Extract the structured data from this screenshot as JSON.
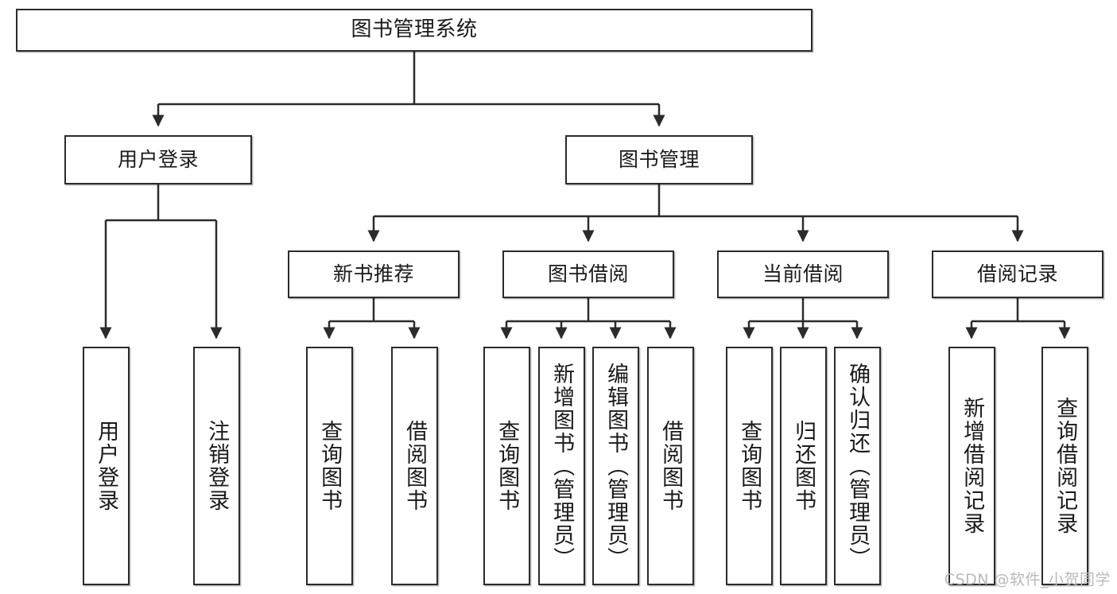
{
  "diagram": {
    "type": "tree",
    "title": "图书管理系统",
    "watermark": "CSDN @软件_小贺同学",
    "colors": {
      "border": "#2b2b2b",
      "background": "#ffffff",
      "text": "#1a1a1a",
      "edge": "#2b2b2b",
      "watermark": "#b9b9b9"
    },
    "nodes": {
      "root": {
        "label": "图书管理系统"
      },
      "level1": [
        {
          "id": "user-login",
          "label": "用户登录"
        },
        {
          "id": "book-management",
          "label": "图书管理"
        }
      ],
      "level2": [
        {
          "id": "new-book-recommend",
          "label": "新书推荐"
        },
        {
          "id": "book-borrow",
          "label": "图书借阅"
        },
        {
          "id": "current-borrow",
          "label": "当前借阅"
        },
        {
          "id": "borrow-record",
          "label": "借阅记录"
        }
      ],
      "leaves": [
        {
          "id": "leaf-user-login",
          "parent": "user-login",
          "label": "用户登录"
        },
        {
          "id": "leaf-logout",
          "parent": "user-login",
          "label": "注销登录"
        },
        {
          "id": "leaf-query-book-1",
          "parent": "new-book-recommend",
          "label": "查询图书"
        },
        {
          "id": "leaf-borrow-book-1",
          "parent": "new-book-recommend",
          "label": "借阅图书"
        },
        {
          "id": "leaf-query-book-2",
          "parent": "book-borrow",
          "label": "查询图书"
        },
        {
          "id": "leaf-add-book",
          "parent": "book-borrow",
          "label": "新增图书（管理员）"
        },
        {
          "id": "leaf-edit-book",
          "parent": "book-borrow",
          "label": "编辑图书（管理员）"
        },
        {
          "id": "leaf-borrow-book-2",
          "parent": "book-borrow",
          "label": "借阅图书"
        },
        {
          "id": "leaf-query-book-3",
          "parent": "current-borrow",
          "label": "查询图书"
        },
        {
          "id": "leaf-return-book",
          "parent": "current-borrow",
          "label": "归还图书"
        },
        {
          "id": "leaf-confirm-return",
          "parent": "current-borrow",
          "label": "确认归还（管理员）"
        },
        {
          "id": "leaf-add-record",
          "parent": "borrow-record",
          "label": "新增借阅记录"
        },
        {
          "id": "leaf-query-record",
          "parent": "borrow-record",
          "label": "查询借阅记录"
        }
      ]
    }
  }
}
